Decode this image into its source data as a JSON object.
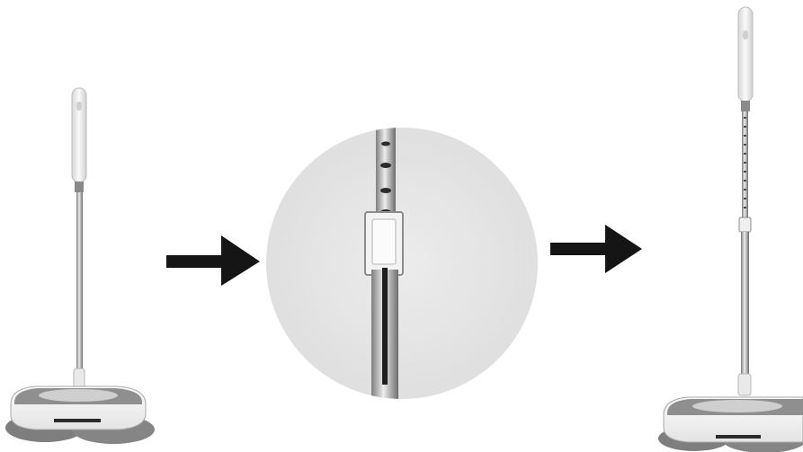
{
  "figure": {
    "panels": [
      {
        "id": "mop-short",
        "description_icon": "spin-mop-icon"
      },
      {
        "id": "handle-detail",
        "description_icon": "telescopic-lock-icon"
      },
      {
        "id": "mop-extended",
        "description_icon": "spin-mop-icon"
      }
    ],
    "arrows": [
      {
        "id": "arrow-1",
        "direction": "right"
      },
      {
        "id": "arrow-2",
        "direction": "right"
      }
    ]
  },
  "colors": {
    "background": "#ffffff",
    "arrow": "#151515",
    "mop_body": "#f2f2f2",
    "mop_band": "#8a8a8a",
    "pad": "#7c7c7c",
    "handle_grip": "#f4f4f4",
    "pole": "#bdbdbd",
    "detail_circle": "#e7e7e7"
  }
}
